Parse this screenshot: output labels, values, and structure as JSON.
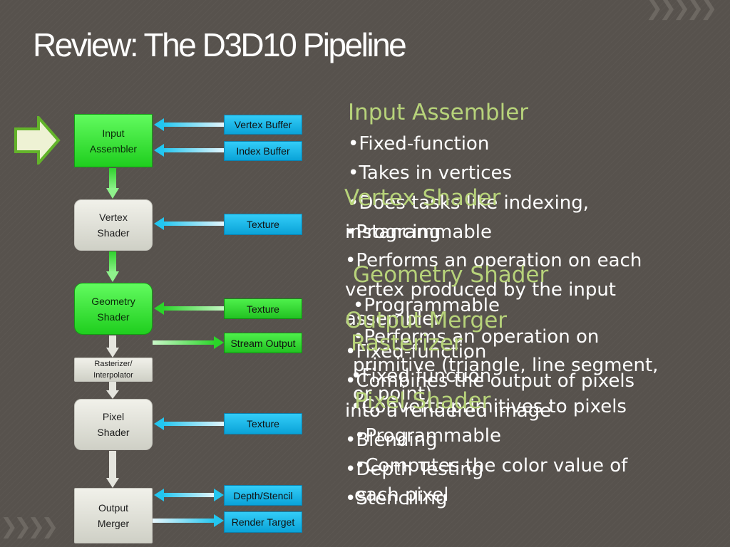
{
  "slide": {
    "title": "Review: The D3D10 Pipeline"
  },
  "pipeline": {
    "stages": [
      {
        "label": "Input\nAssembler"
      },
      {
        "label": "Vertex\nShader"
      },
      {
        "label": "Geometry\nShader"
      },
      {
        "label": "Rasterizer/\nInterpolator"
      },
      {
        "label": "Pixel\nShader"
      },
      {
        "label": "Output\nMerger"
      }
    ],
    "resources": [
      {
        "label": "Vertex Buffer"
      },
      {
        "label": "Index Buffer"
      },
      {
        "label": "Texture"
      },
      {
        "label": "Texture"
      },
      {
        "label": "Stream Output"
      },
      {
        "label": "Texture"
      },
      {
        "label": "Depth/Stencil"
      },
      {
        "label": "Render Target"
      }
    ]
  },
  "notes": {
    "input_assembler": {
      "heading": "Input Assembler",
      "b1": "•Fixed-function",
      "b2": "•Takes in vertices",
      "b3a": "•Does tasks like indexing,",
      "b3b": "instancing"
    },
    "vertex_shader": {
      "heading": "Vertex Shader",
      "b1": "•Programmable",
      "b2a": "•Performs an operation on each",
      "b2b": "vertex produced by the input",
      "b2c": "assembler"
    },
    "geometry_shader": {
      "heading": "Geometry Shader",
      "b1": "•Programmable",
      "b2a": "•Performs an operation on",
      "b2b": "primitive (triangle, line segment,",
      "b2c": "or point)"
    },
    "output_merger": {
      "heading": "Output Merger",
      "b1": "•Fixed-function",
      "b2a": "•Combines the output of pixels",
      "b2b": "into a rendered image",
      "b3": "•Blending",
      "b4": "•Depth Testing",
      "b5": "•Stenciling"
    },
    "rasterizer": {
      "heading": "Rasterizer",
      "b1": "•Fixed function",
      "b2": "•Converts primitives to pixels"
    },
    "pixel_shader": {
      "heading": "Pixel Shader",
      "b1": "•Programmable",
      "b2a": "•Computes the color value of",
      "b2b": "each pixel"
    }
  },
  "colors": {
    "background": "#57524d",
    "heading": "#b7d37a",
    "stage_active": "#3be83a",
    "resource_blue": "#1fb8e8",
    "resource_green": "#33dd33",
    "arrow_green": "#5ee85c",
    "arrow_cyan": "#22c6f0"
  }
}
